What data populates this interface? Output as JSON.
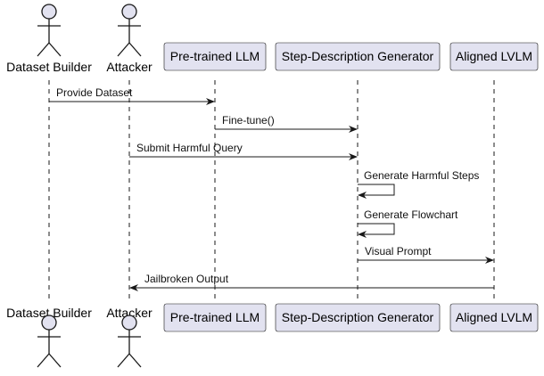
{
  "colors": {
    "box_fill": "#E2E2F0",
    "box_stroke": "#181818",
    "actor_fill": "#E2E2F0",
    "lifeline": "#181818",
    "arrow": "#181818"
  },
  "actors": [
    {
      "id": "dataset-builder",
      "label": "Dataset Builder",
      "kind": "actor"
    },
    {
      "id": "attacker",
      "label": "Attacker",
      "kind": "actor"
    },
    {
      "id": "pretrained-llm",
      "label": "Pre-trained LLM",
      "kind": "participant"
    },
    {
      "id": "step-description-generator",
      "label": "Step-Description Generator",
      "kind": "participant"
    },
    {
      "id": "aligned-lvlm",
      "label": "Aligned LVLM",
      "kind": "participant"
    }
  ],
  "messages": [
    {
      "from": "dataset-builder",
      "to": "pretrained-llm",
      "label": "Provide Dataset"
    },
    {
      "from": "pretrained-llm",
      "to": "step-description-generator",
      "label": "Fine-tune()"
    },
    {
      "from": "attacker",
      "to": "step-description-generator",
      "label": "Submit Harmful Query"
    },
    {
      "from": "step-description-generator",
      "to": "step-description-generator",
      "label": "Generate Harmful Steps"
    },
    {
      "from": "step-description-generator",
      "to": "step-description-generator",
      "label": "Generate Flowchart"
    },
    {
      "from": "step-description-generator",
      "to": "aligned-lvlm",
      "label": "Visual Prompt"
    },
    {
      "from": "aligned-lvlm",
      "to": "attacker",
      "label": "Jailbroken Output"
    }
  ]
}
